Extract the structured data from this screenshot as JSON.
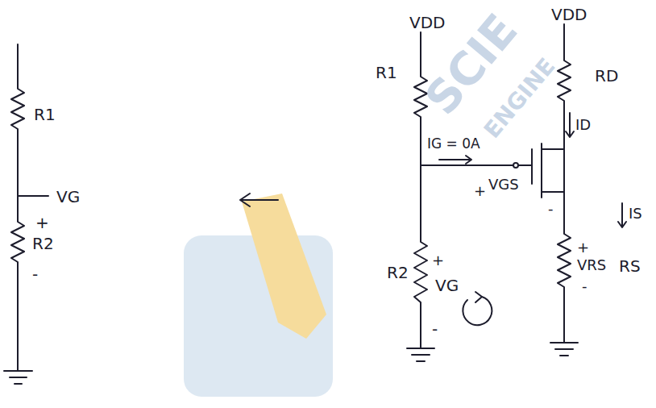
{
  "diagram": {
    "labels": [
      "VDD",
      "VDD",
      "R1",
      "VG",
      "+",
      "R2",
      "-",
      "R1",
      "IG = 0A",
      "VGS",
      "+",
      "-",
      "R2",
      "+",
      "VG",
      "-",
      "RD",
      "ID",
      "IS",
      "+",
      "VRS",
      "-",
      "RS",
      "SCIE",
      "ENGINE"
    ]
  }
}
